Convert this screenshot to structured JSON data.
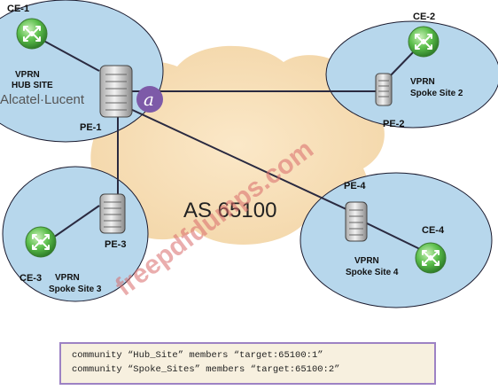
{
  "diagram": {
    "as_label": "AS 65100",
    "brand": "Alcatel·Lucent",
    "watermark": "freepdfdumps.com",
    "sites": {
      "hub": {
        "ce": "CE-1",
        "pe": "PE-1",
        "vprn": "VPRN",
        "site": "HUB SITE"
      },
      "spoke2": {
        "ce": "CE-2",
        "pe": "PE-2",
        "vprn": "VPRN",
        "site": "Spoke Site 2"
      },
      "spoke3": {
        "ce": "CE-3",
        "pe": "PE-3",
        "vprn": "VPRN",
        "site": "Spoke Site 3"
      },
      "spoke4": {
        "ce": "CE-4",
        "pe": "PE-4",
        "vprn": "VPRN",
        "site": "Spoke Site 4"
      }
    }
  },
  "config": {
    "lines": [
      "community “Hub_Site” members “target:65100:1”",
      "community “Spoke_Sites” members “target:65100:2”"
    ]
  },
  "colors": {
    "ellipse_fill": "#b7d7ec",
    "cloud_fill": "#f6deb7",
    "ce_green": "#55b34a",
    "link": "#2a2a40",
    "code_border": "#9d82c4",
    "code_bg": "#f7f0df"
  }
}
